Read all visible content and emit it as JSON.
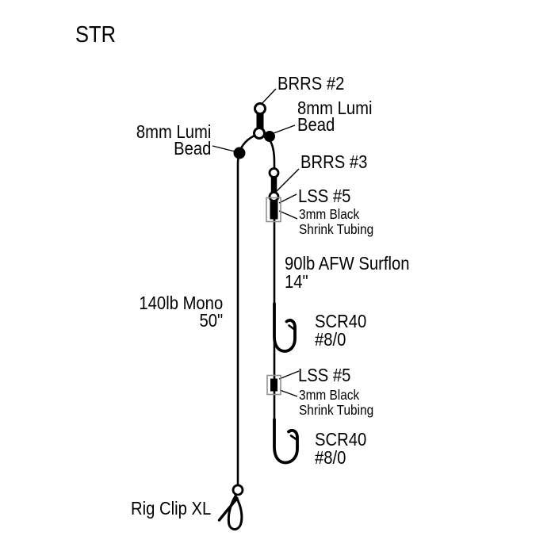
{
  "diagram": {
    "title": "STR",
    "colors": {
      "ink": "#000000",
      "background": "#ffffff",
      "tubing_outline": "#8f8f8f"
    },
    "top_swivel": {
      "label": "BRRS #2"
    },
    "bead_right": {
      "line1": "8mm Lumi",
      "line2": "Bead"
    },
    "bead_left": {
      "line1": "8mm Lumi",
      "line2": "Bead"
    },
    "dropper_swivel": {
      "label": "BRRS #3"
    },
    "tubing_top": {
      "swivel_label": "LSS #5",
      "tube_line1": "3mm Black",
      "tube_line2": "Shrink Tubing"
    },
    "wire_leader": {
      "line1": "90lb AFW Surflon",
      "line2": "14\""
    },
    "main_line": {
      "line1": "140lb Mono",
      "line2": "50\""
    },
    "hook_top": {
      "line1": "SCR40",
      "line2": "#8/0"
    },
    "tubing_bottom": {
      "swivel_label": "LSS #5",
      "tube_line1": "3mm Black",
      "tube_line2": "Shrink Tubing"
    },
    "hook_bottom": {
      "line1": "SCR40",
      "line2": "#8/0"
    },
    "clip": {
      "label": "Rig Clip XL"
    }
  }
}
